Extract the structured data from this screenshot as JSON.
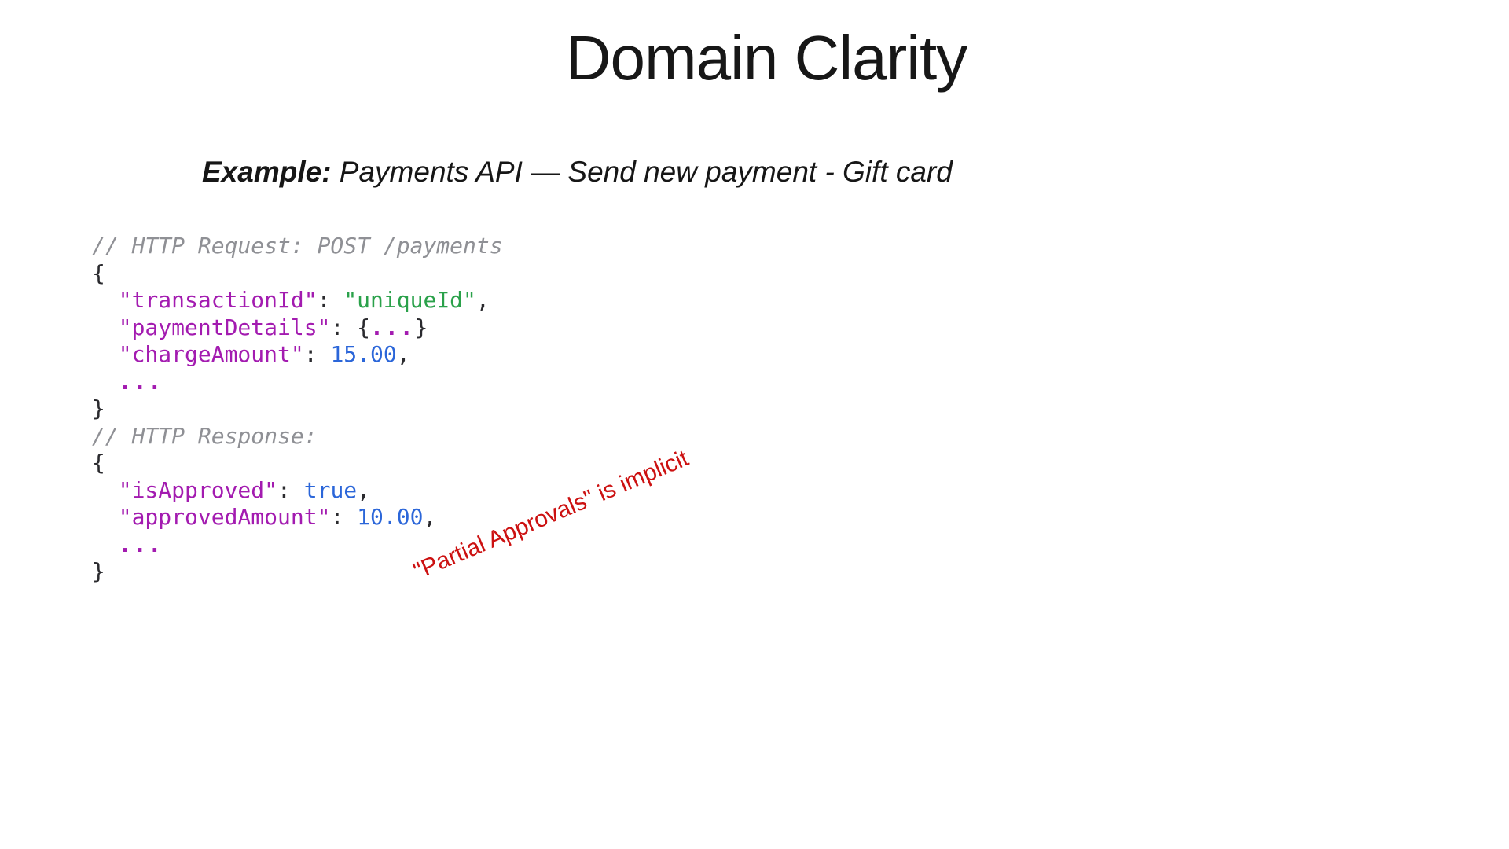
{
  "slide": {
    "title": "Domain Clarity",
    "subtitle": {
      "label": "Example:",
      "text": " Payments API — Send new payment - Gift card"
    },
    "annotation": {
      "text": "\"Partial Approvals\" is implicit",
      "color": "#cc1111",
      "rotation_deg": -23
    },
    "code": {
      "token_colors": {
        "comment": "#8f9095",
        "plain": "#2a2a2e",
        "key": "#a31bb0",
        "string": "#2aa14a",
        "number": "#2b66d9",
        "boolean": "#2b66d9",
        "ellipsis": "#a31bb0"
      },
      "lines": [
        [
          {
            "t": "comment",
            "s": "// HTTP Request: POST /payments"
          }
        ],
        [
          {
            "t": "plain",
            "s": "{"
          }
        ],
        [
          {
            "t": "plain",
            "s": "  "
          },
          {
            "t": "key",
            "s": "\"transactionId\""
          },
          {
            "t": "plain",
            "s": ": "
          },
          {
            "t": "string",
            "s": "\"uniqueId\""
          },
          {
            "t": "plain",
            "s": ","
          }
        ],
        [
          {
            "t": "plain",
            "s": "  "
          },
          {
            "t": "key",
            "s": "\"paymentDetails\""
          },
          {
            "t": "plain",
            "s": ": {"
          },
          {
            "t": "ellipsis",
            "s": "..."
          },
          {
            "t": "plain",
            "s": "}"
          }
        ],
        [
          {
            "t": "plain",
            "s": "  "
          },
          {
            "t": "key",
            "s": "\"chargeAmount\""
          },
          {
            "t": "plain",
            "s": ": "
          },
          {
            "t": "number",
            "s": "15.00"
          },
          {
            "t": "plain",
            "s": ","
          }
        ],
        [
          {
            "t": "plain",
            "s": "  "
          },
          {
            "t": "ellipsis",
            "s": "..."
          }
        ],
        [
          {
            "t": "plain",
            "s": "}"
          }
        ],
        [
          {
            "t": "comment",
            "s": "// HTTP Response:"
          }
        ],
        [
          {
            "t": "plain",
            "s": "{"
          }
        ],
        [
          {
            "t": "plain",
            "s": "  "
          },
          {
            "t": "key",
            "s": "\"isApproved\""
          },
          {
            "t": "plain",
            "s": ": "
          },
          {
            "t": "boolean",
            "s": "true"
          },
          {
            "t": "plain",
            "s": ","
          }
        ],
        [
          {
            "t": "plain",
            "s": "  "
          },
          {
            "t": "key",
            "s": "\"approvedAmount\""
          },
          {
            "t": "plain",
            "s": ": "
          },
          {
            "t": "number",
            "s": "10.00"
          },
          {
            "t": "plain",
            "s": ","
          }
        ],
        [
          {
            "t": "plain",
            "s": "  "
          },
          {
            "t": "ellipsis",
            "s": "..."
          }
        ],
        [
          {
            "t": "plain",
            "s": "}"
          }
        ]
      ]
    }
  }
}
